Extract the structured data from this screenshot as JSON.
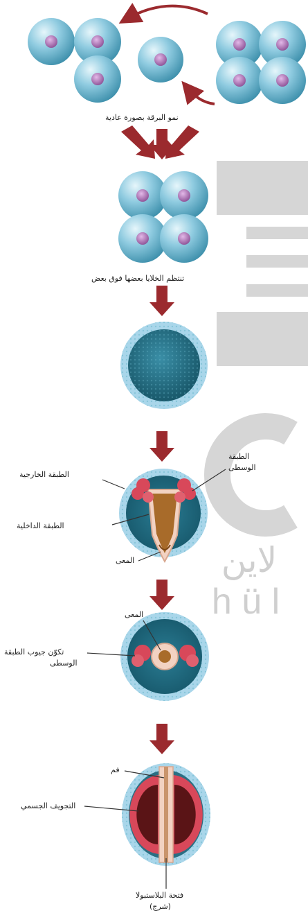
{
  "labels": {
    "normal_growth": "نمو البرقة بصورة عادية",
    "stacking": "تنتظم الخلايا بعضها فوق بعض",
    "ectoderm": "الطبقة الخارجية",
    "mesoderm_line1": "الطبقة",
    "mesoderm_line2": "الوسطى",
    "endoderm": "الطبقة الداخلية",
    "gut_a": "المعى",
    "gut_b": "المعى",
    "mesoderm_pouches_line1": "تكوّن جيوب الطبقة",
    "mesoderm_pouches_line2": "الوسطى",
    "mouth": "فم",
    "coelom": "التجويف الجسمي",
    "blastopore_line1": "فتحة البلاستبولا",
    "blastopore_line2": "(شرج)"
  },
  "watermark": {
    "arabic": "لاين",
    "latin": "h ü l"
  },
  "colors": {
    "arrow": "#9b2a2e",
    "cell": "#7fc3d8",
    "nucleus": "#b07ab8",
    "outer_layer": "#a9d6ea",
    "blastula_core": "#1f6f86",
    "mesoderm": "#d8485a",
    "endoderm": "#f2d2c2",
    "gut": "#a86b2a",
    "coelom": "#5a1416",
    "watermark": "#d6d6d6"
  }
}
